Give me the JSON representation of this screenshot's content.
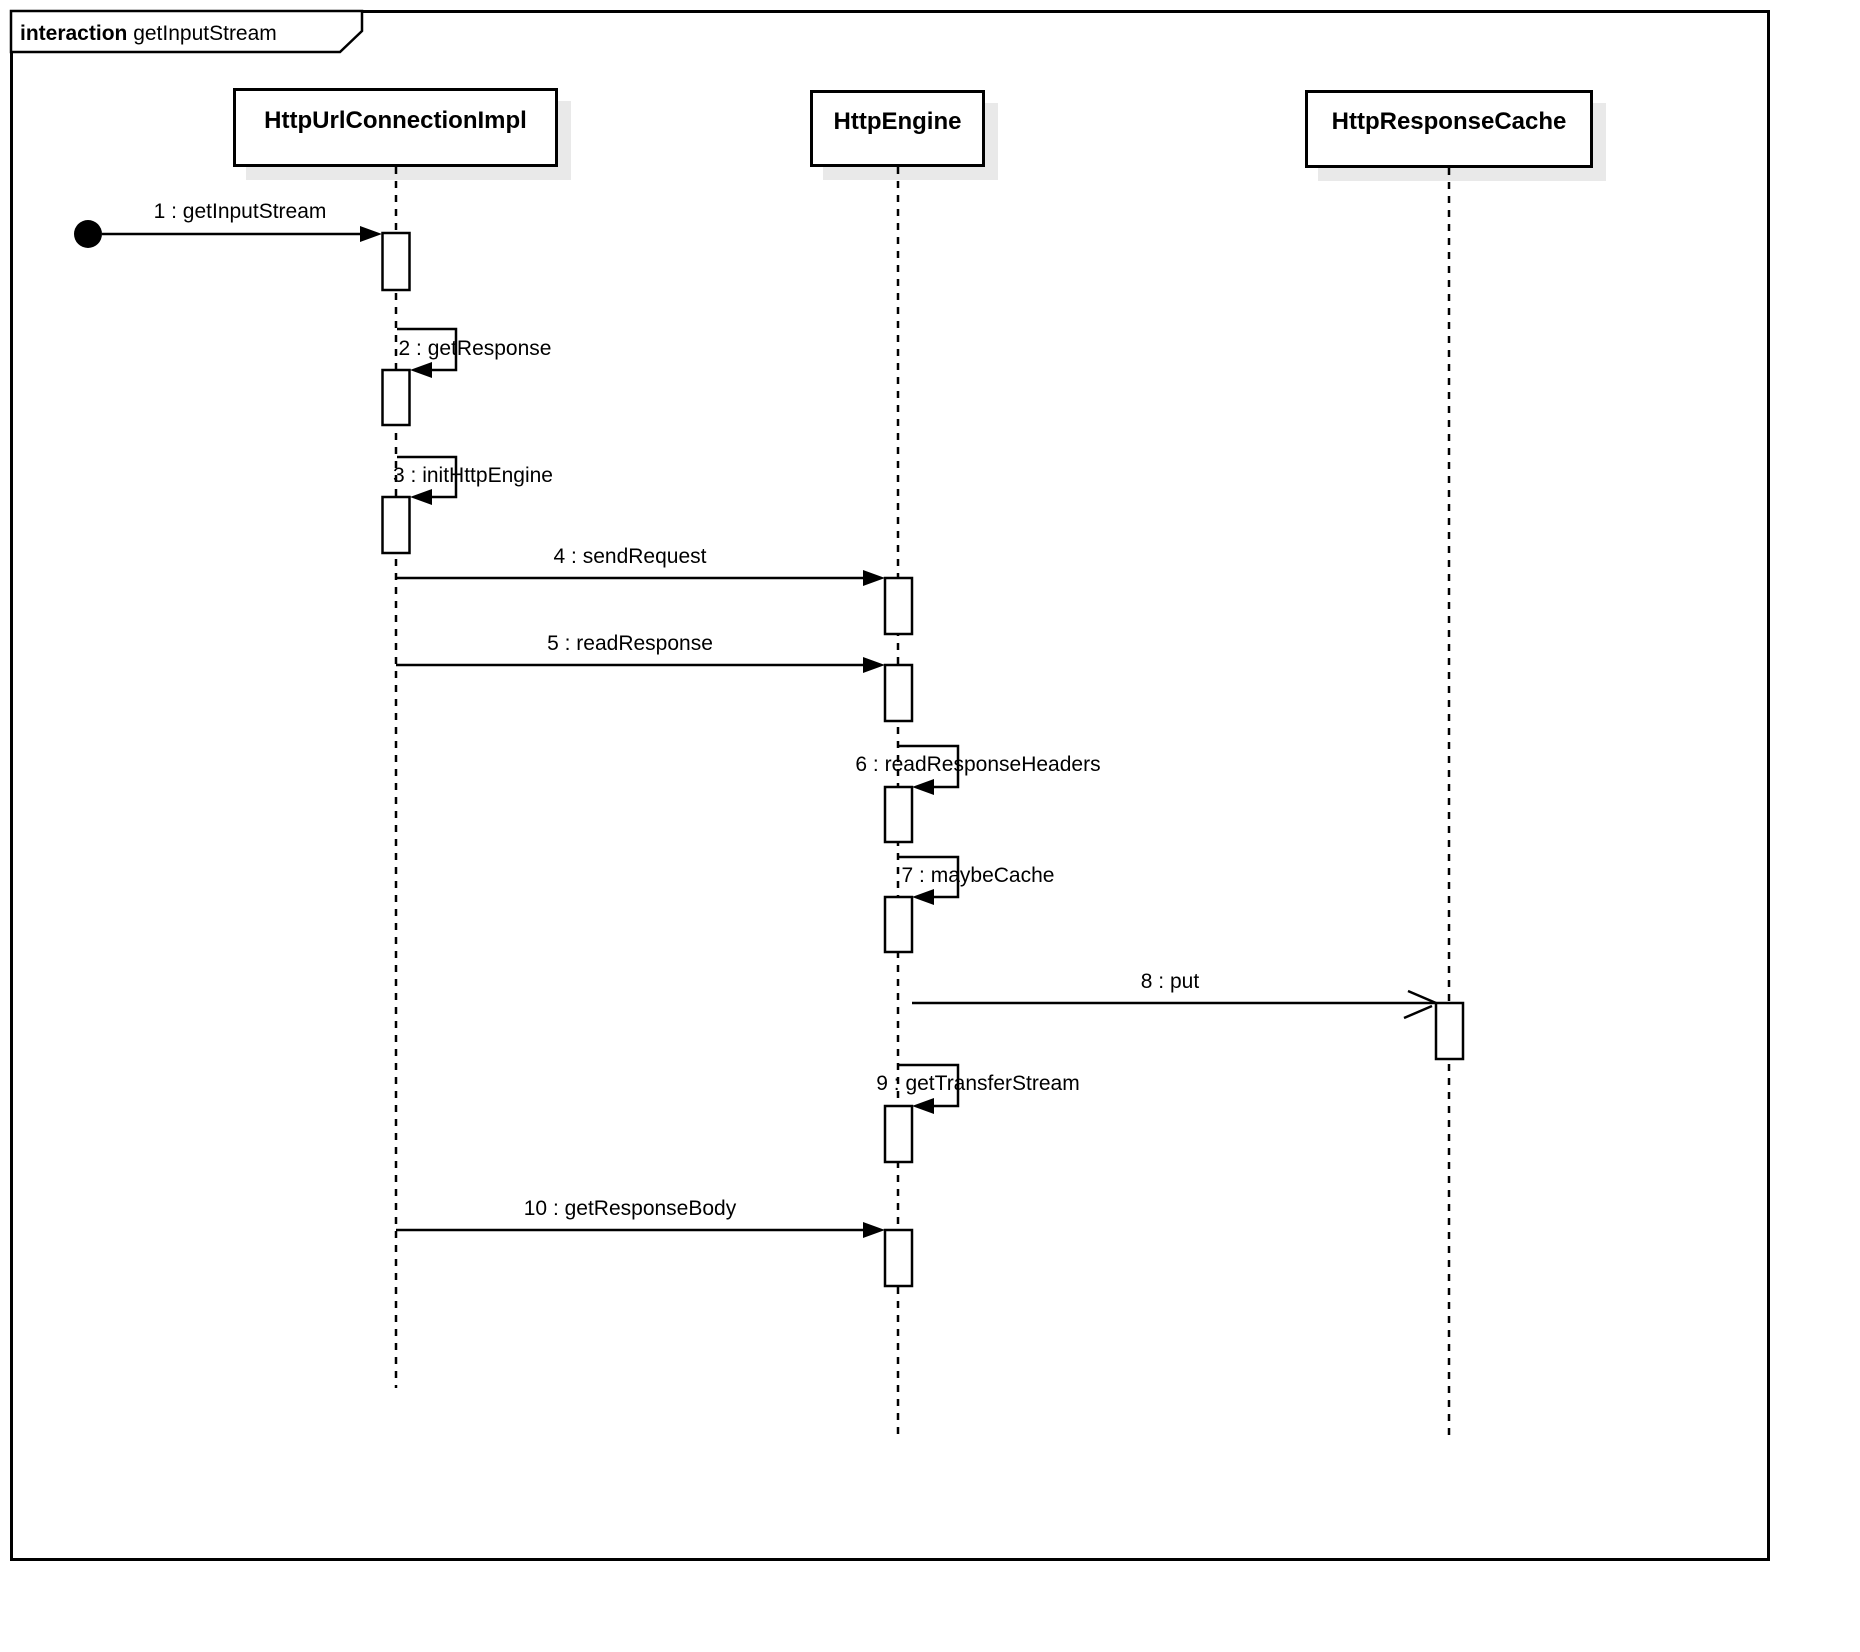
{
  "frame": {
    "keyword": "interaction",
    "title": "getInputStream"
  },
  "lifelines": [
    {
      "name": "HttpUrlConnectionImpl"
    },
    {
      "name": "HttpEngine"
    },
    {
      "name": "HttpResponseCache"
    }
  ],
  "messages": [
    {
      "seq": "1",
      "label": "getInputStream",
      "text": "1 : getInputStream",
      "from": "start",
      "to": "HttpUrlConnectionImpl",
      "kind": "sync"
    },
    {
      "seq": "2",
      "label": "getResponse",
      "text": "2 : getResponse",
      "from": "HttpUrlConnectionImpl",
      "to": "HttpUrlConnectionImpl",
      "kind": "self"
    },
    {
      "seq": "3",
      "label": "initHttpEngine",
      "text": "3 : initHttpEngine",
      "from": "HttpUrlConnectionImpl",
      "to": "HttpUrlConnectionImpl",
      "kind": "self"
    },
    {
      "seq": "4",
      "label": "sendRequest",
      "text": "4 : sendRequest",
      "from": "HttpUrlConnectionImpl",
      "to": "HttpEngine",
      "kind": "sync"
    },
    {
      "seq": "5",
      "label": "readResponse",
      "text": "5 : readResponse",
      "from": "HttpUrlConnectionImpl",
      "to": "HttpEngine",
      "kind": "sync"
    },
    {
      "seq": "6",
      "label": "readResponseHeaders",
      "text": "6 : readResponseHeaders",
      "from": "HttpEngine",
      "to": "HttpEngine",
      "kind": "self"
    },
    {
      "seq": "7",
      "label": "maybeCache",
      "text": "7 : maybeCache",
      "from": "HttpEngine",
      "to": "HttpEngine",
      "kind": "self"
    },
    {
      "seq": "8",
      "label": "put",
      "text": "8 : put",
      "from": "HttpEngine",
      "to": "HttpResponseCache",
      "kind": "async"
    },
    {
      "seq": "9",
      "label": "getTransferStream",
      "text": "9 : getTransferStream",
      "from": "HttpEngine",
      "to": "HttpEngine",
      "kind": "self"
    },
    {
      "seq": "10",
      "label": "getResponseBody",
      "text": "10 : getResponseBody",
      "from": "HttpUrlConnectionImpl",
      "to": "HttpEngine",
      "kind": "sync"
    }
  ]
}
